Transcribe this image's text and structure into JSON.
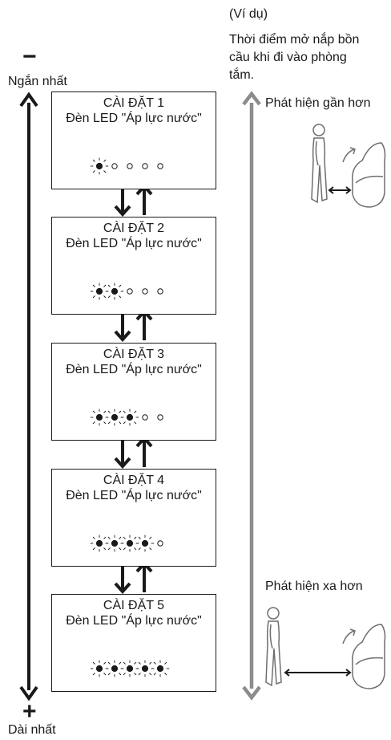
{
  "example_label": "(Ví dụ)",
  "description_lines": [
    "Thời điểm mở nắp bồn",
    "cầu khi đi vào phòng",
    "tắm."
  ],
  "minus_sign": "−",
  "plus_sign": "+",
  "shortest_label": "Ngắn nhất",
  "longest_label": "Dài nhất",
  "detect_closer_label": "Phát hiện gần hơn",
  "detect_farther_label": "Phát hiện xa hơn",
  "settings": [
    {
      "title": "CÀI ĐẶT 1",
      "subtitle": "Đèn LED \"Áp lực nước\"",
      "lit": 1,
      "total": 5
    },
    {
      "title": "CÀI ĐẶT 2",
      "subtitle": "Đèn LED \"Áp lực nước\"",
      "lit": 2,
      "total": 5
    },
    {
      "title": "CÀI ĐẶT 3",
      "subtitle": "Đèn LED \"Áp lực nước\"",
      "lit": 3,
      "total": 5
    },
    {
      "title": "CÀI ĐẶT 4",
      "subtitle": "Đèn LED \"Áp lực nước\"",
      "lit": 4,
      "total": 5
    },
    {
      "title": "CÀI ĐẶT 5",
      "subtitle": "Đèn LED \"Áp lực nước\"",
      "lit": 5,
      "total": 5
    }
  ],
  "colors": {
    "line": "#1a1a1a",
    "scale_arrow": "#8c8c8c",
    "illustration": "#6e6e6e"
  }
}
